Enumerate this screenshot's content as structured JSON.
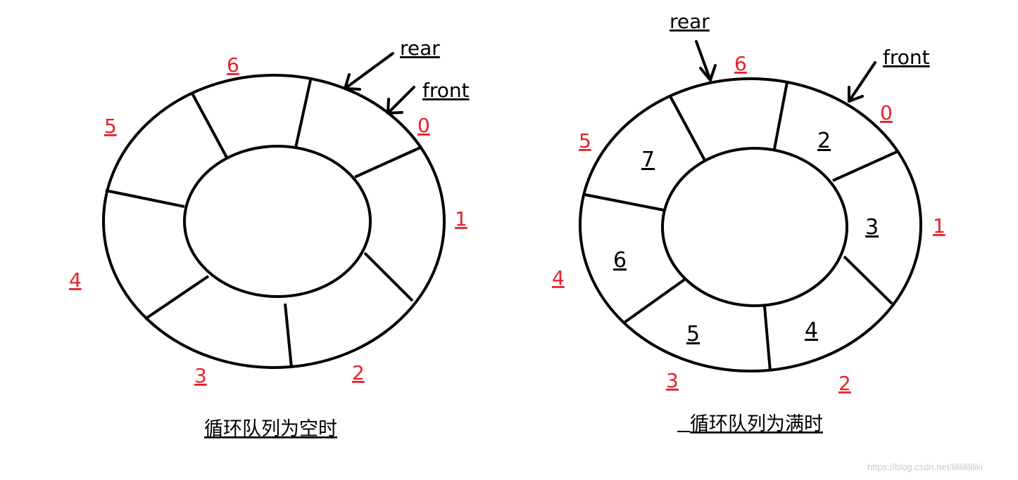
{
  "left": {
    "indices": [
      "0",
      "1",
      "2",
      "3",
      "4",
      "5",
      "6"
    ],
    "rear_label": "rear",
    "front_label": "front",
    "caption": "循环队列为空时"
  },
  "right": {
    "indices": [
      "0",
      "1",
      "2",
      "3",
      "4",
      "5",
      "6"
    ],
    "values": [
      "2",
      "3",
      "4",
      "5",
      "6",
      "7"
    ],
    "rear_label": "rear",
    "front_label": "front",
    "caption": "循环队列为满时"
  },
  "watermark": "https://blog.csdn.net/lilililililiki",
  "colors": {
    "index": "#e8202a",
    "stroke": "#000000"
  }
}
